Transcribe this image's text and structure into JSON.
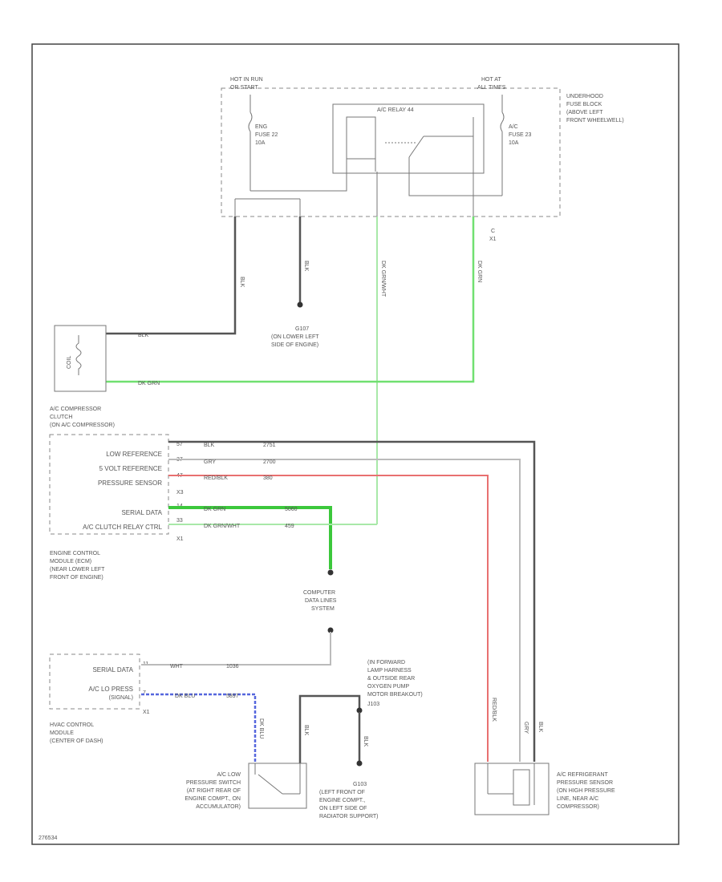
{
  "fuse_block": {
    "hot_run_start": [
      "HOT IN RUN",
      "OR START"
    ],
    "hot_at_all_times": [
      "HOT AT",
      "ALL TIMES"
    ],
    "relay_label": "A/C RELAY 44",
    "fuse_left": [
      "ENG",
      "FUSE 22",
      "10A"
    ],
    "fuse_right": [
      "A/C",
      "FUSE 23",
      "10A"
    ],
    "location": [
      "UNDERHOOD",
      "FUSE BLOCK",
      "(ABOVE LEFT",
      "FRONT WHEELWELL)"
    ],
    "connector_id": [
      "C",
      "X1"
    ]
  },
  "wires": {
    "w1": "BLK",
    "w2": "BLK",
    "w3": "DK GRN/WHT",
    "w4": "DK GRN",
    "clutch_blk": "BLK",
    "clutch_grn": "DK GRN"
  },
  "ground_g107": [
    "G107",
    "(ON LOWER LEFT",
    "SIDE OF ENGINE)"
  ],
  "compressor_clutch": {
    "symbol": "COIL",
    "label": [
      "A/C COMPRESSOR",
      "CLUTCH",
      "(ON A/C COMPRESSOR)"
    ]
  },
  "ecm": {
    "pins": [
      {
        "name": "LOW REFERENCE",
        "pin": "57",
        "color": "BLK",
        "circuit": "2751"
      },
      {
        "name": "5 VOLT REFERENCE",
        "pin": "37",
        "color": "GRY",
        "circuit": "2700"
      },
      {
        "name": "PRESSURE SENSOR",
        "pin": "47",
        "color": "RED/BLK",
        "circuit": "380"
      },
      {
        "name": "SERIAL DATA",
        "pin": "14",
        "color": "DK GRN",
        "circuit": "5060"
      },
      {
        "name": "A/C CLUTCH RELAY CTRL",
        "pin": "33",
        "color": "DK GRN/WHT",
        "circuit": "459"
      }
    ],
    "connector_top": "X3",
    "connector_bottom": "X1",
    "label": [
      "ENGINE CONTROL",
      "MODULE (ECM)",
      "(NEAR LOWER LEFT",
      "FRONT OF ENGINE)"
    ]
  },
  "data_link": [
    "COMPUTER",
    "DATA LINES",
    "SYSTEM"
  ],
  "hvac": {
    "pins": [
      {
        "name": "SERIAL DATA",
        "pin": "11",
        "color": "WHT",
        "circuit": "1036"
      },
      {
        "name": "A/C LO PRESS",
        "pin": "7",
        "color": "DK BLU",
        "circuit": "5897"
      }
    ],
    "pin_sub": "(SIGNAL)",
    "connector": "X1",
    "label": [
      "HVAC CONTROL",
      "MODULE",
      "(CENTER OF DASH)"
    ]
  },
  "switch_wires": {
    "blu": "DK BLU",
    "blk": "BLK",
    "blk2": "BLK"
  },
  "forward_lamp": [
    "(IN FORWARD",
    "LAMP HARNESS",
    "& OUTSIDE REAR",
    "OXYGEN PUMP",
    "MOTOR BREAKOUT)",
    "J103"
  ],
  "low_pressure_switch": [
    "A/C LOW",
    "PRESSURE SWITCH",
    "(AT RIGHT REAR OF",
    "ENGINE COMPT., ON",
    "ACCUMULATOR)"
  ],
  "ground_g103": [
    "G103",
    "(LEFT FRONT OF",
    "ENGINE COMPT.,",
    "ON LEFT SIDE OF",
    "RADIATOR SUPPORT)"
  ],
  "refrigerant_sensor": {
    "wire_colors": [
      "RED/BLK",
      "GRY",
      "BLK"
    ],
    "label": [
      "A/C REFRIGERANT",
      "PRESSURE SENSOR",
      "(ON HIGH PRESSURE",
      "LINE, NEAR A/C",
      "COMPRESSOR)"
    ]
  },
  "footer_id": "276534"
}
